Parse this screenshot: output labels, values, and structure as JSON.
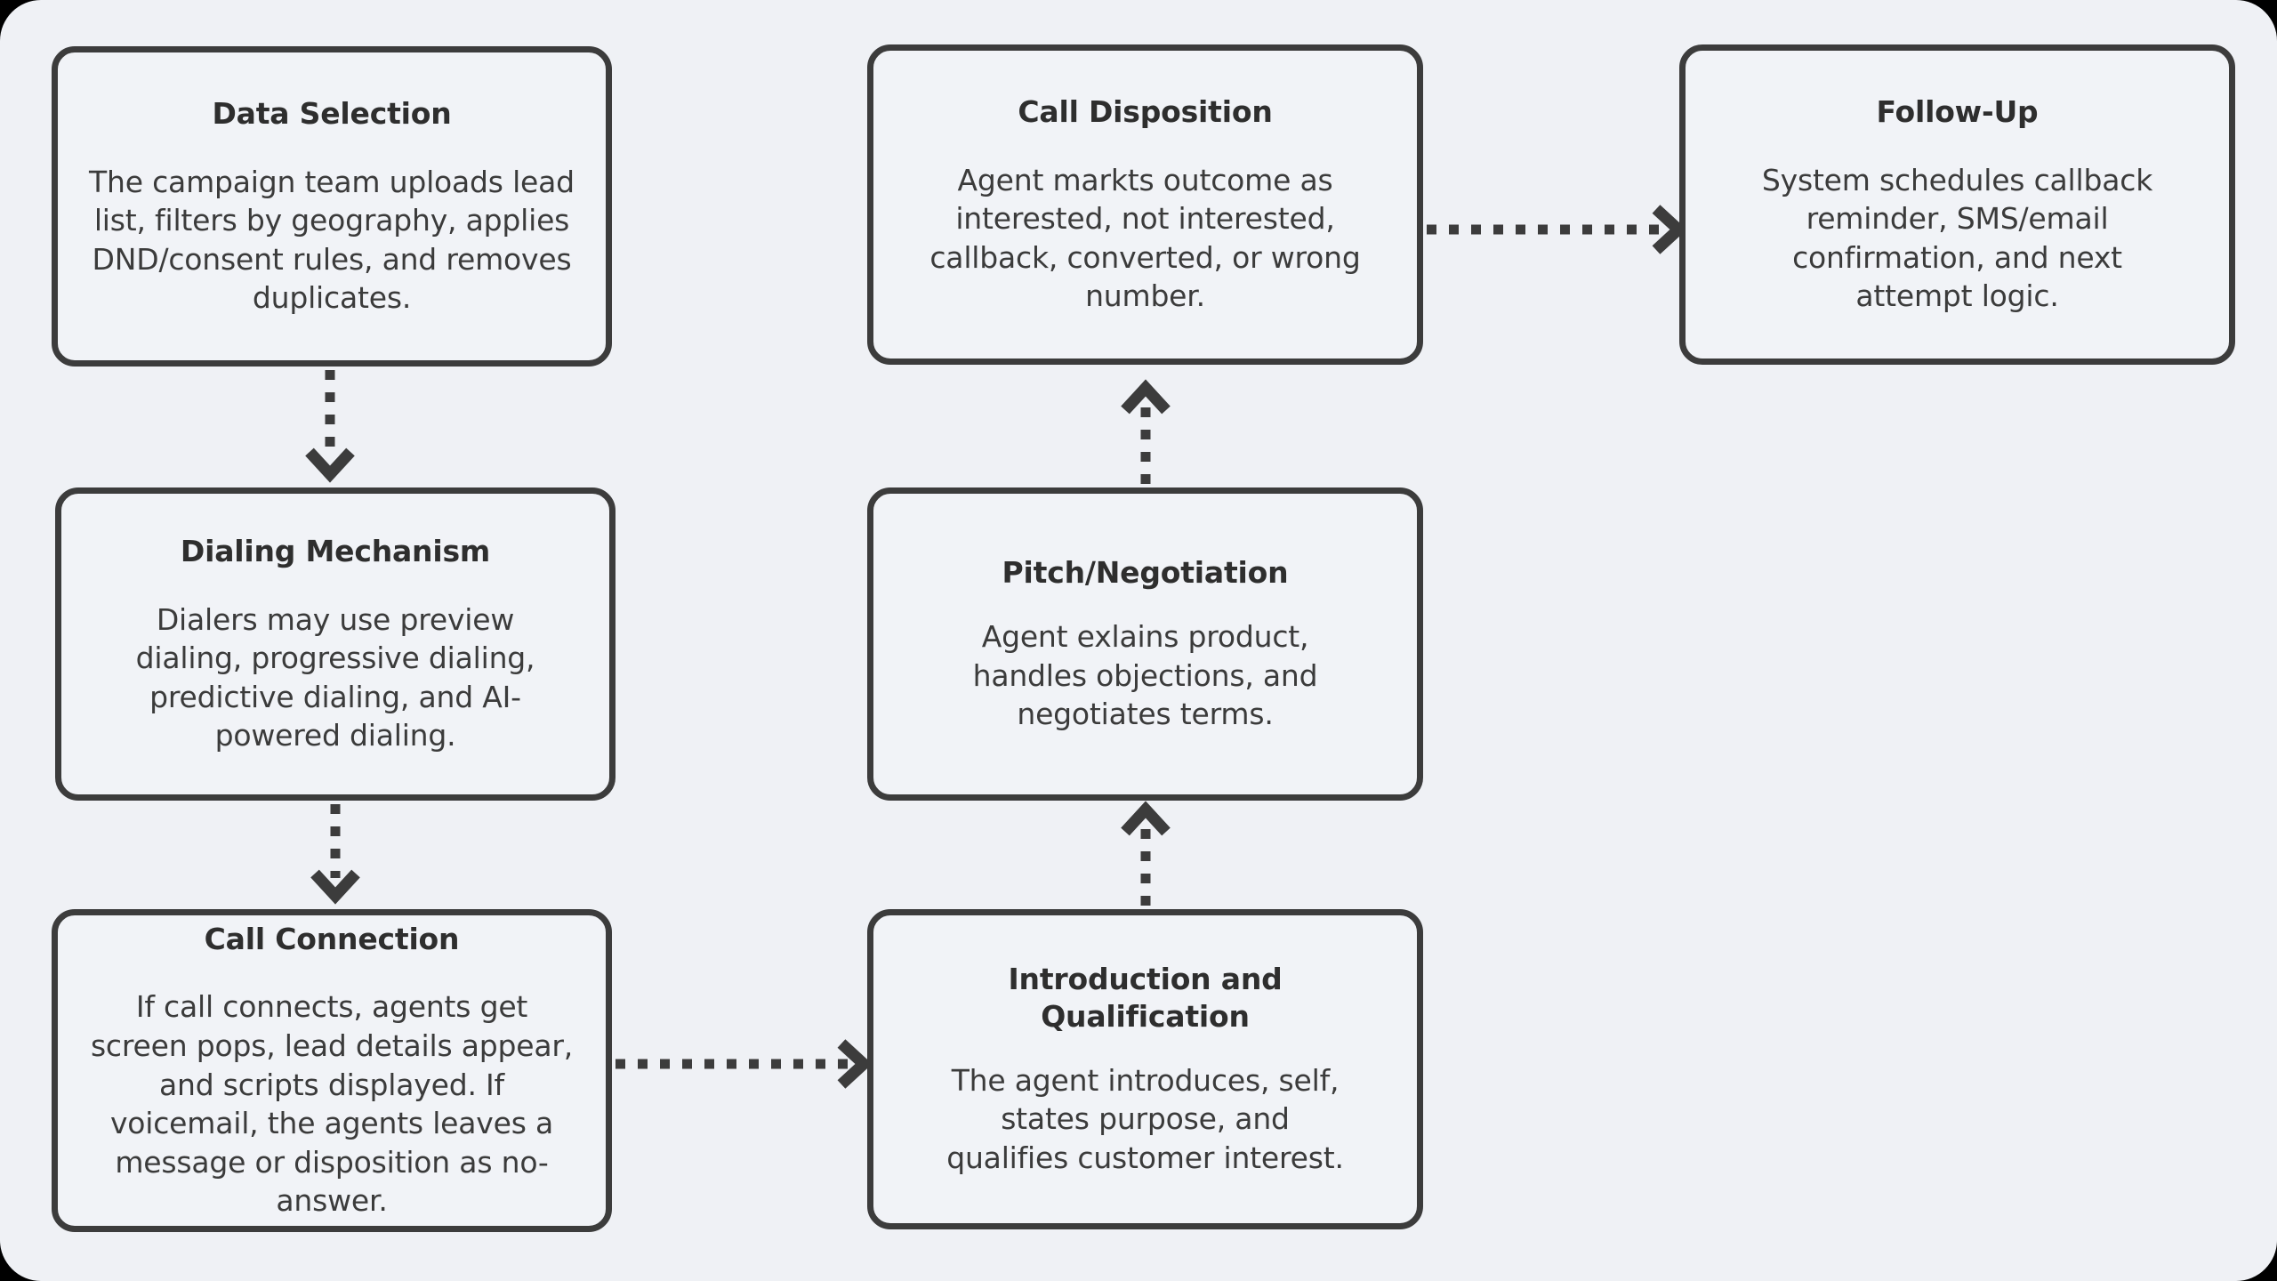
{
  "diagram": {
    "background_color": "#eff1f5",
    "node_fill_color": "#f1f3f7",
    "node_border_color": "#3c3c3c",
    "edge_color": "#3c3c3c",
    "nodes": [
      {
        "id": "data-selection",
        "title": "Data Selection",
        "description": "The campaign team uploads lead list, filters by geography, applies DND/consent rules, and removes duplicates."
      },
      {
        "id": "dialing-mechanism",
        "title": "Dialing Mechanism",
        "description": "Dialers may use preview dialing, progressive dialing, predictive dialing, and AI-powered dialing."
      },
      {
        "id": "call-connection",
        "title": "Call Connection",
        "description": "If call connects, agents get screen pops, lead details appear, and scripts displayed. If voicemail, the agents leaves a message or disposition as no-answer."
      },
      {
        "id": "introduction-and-qualification",
        "title": "Introduction and Qualification",
        "description": "The agent introduces, self, states purpose, and qualifies customer interest."
      },
      {
        "id": "pitch-negotiation",
        "title": "Pitch/Negotiation",
        "description": "Agent exlains product, handles objections, and negotiates terms."
      },
      {
        "id": "call-disposition",
        "title": "Call Disposition",
        "description": "Agent markts outcome as interested, not interested, callback, converted, or wrong number."
      },
      {
        "id": "follow-up",
        "title": "Follow-Up",
        "description": "System schedules callback reminder, SMS/email confirmation, and next attempt logic."
      }
    ],
    "edges": [
      {
        "id": "edge-data-selection-to-dialing-mechanism",
        "from": "data-selection",
        "to": "dialing-mechanism",
        "style": "dotted",
        "direction": "down"
      },
      {
        "id": "edge-dialing-mechanism-to-call-connection",
        "from": "dialing-mechanism",
        "to": "call-connection",
        "style": "dotted",
        "direction": "down"
      },
      {
        "id": "edge-call-connection-to-introduction",
        "from": "call-connection",
        "to": "introduction-and-qualification",
        "style": "dotted",
        "direction": "right"
      },
      {
        "id": "edge-introduction-to-pitch",
        "from": "introduction-and-qualification",
        "to": "pitch-negotiation",
        "style": "dotted",
        "direction": "up"
      },
      {
        "id": "edge-pitch-to-call-disposition",
        "from": "pitch-negotiation",
        "to": "call-disposition",
        "style": "dotted",
        "direction": "up"
      },
      {
        "id": "edge-call-disposition-to-follow-up",
        "from": "call-disposition",
        "to": "follow-up",
        "style": "dotted",
        "direction": "right"
      }
    ]
  }
}
